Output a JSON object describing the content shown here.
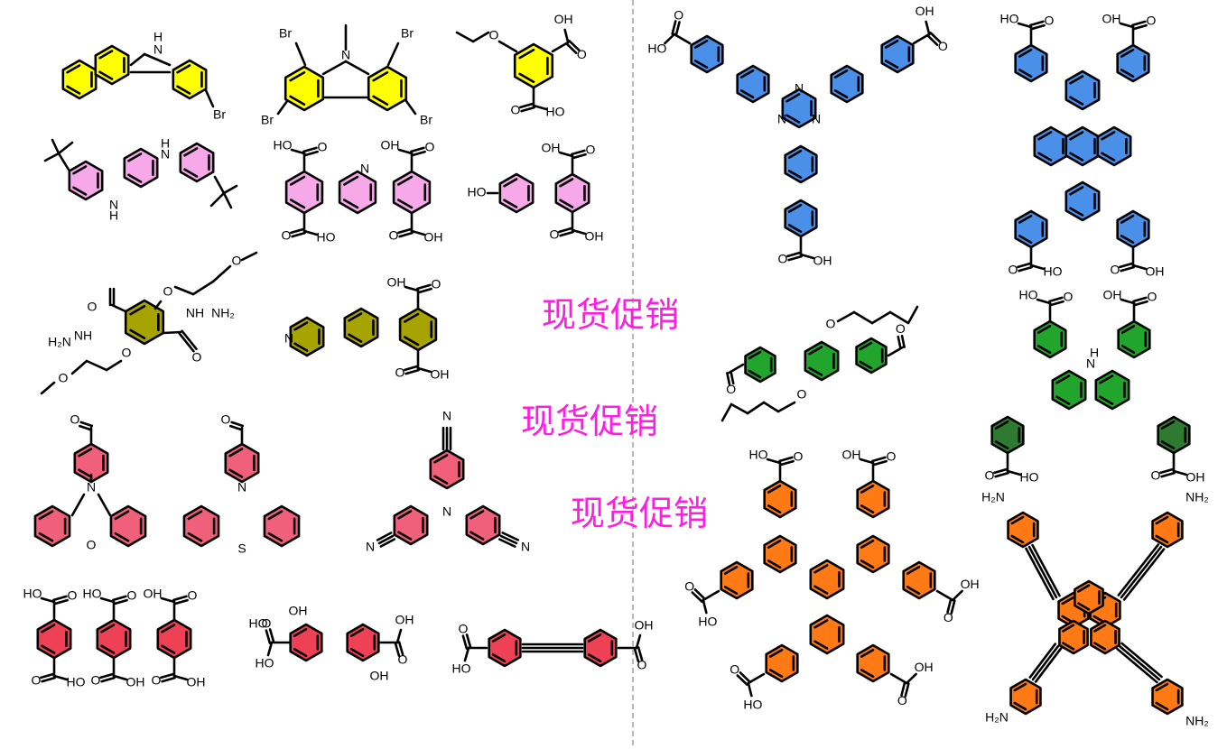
{
  "promo_text": [
    "现货促销",
    "现货促销",
    "现货促销"
  ],
  "colors": {
    "yellow": "#ffff00",
    "pink": "#f6a8e8",
    "olive": "#a7a300",
    "rose": "#f0607a",
    "red": "#ee4155",
    "blue": "#4a90e8",
    "green": "#22a52c",
    "darkgreen": "#2d7a30",
    "orange": "#ff7a14",
    "promo": "#ff1ee0",
    "divider": "#b8b8b8"
  },
  "atom_labels": {
    "br": "Br",
    "h": "H",
    "n": "N",
    "o": "O",
    "s": "S",
    "oh": "OH",
    "ho": "HO",
    "nh": "NH",
    "nh2": "NH₂",
    "h2n": "H₂N",
    "h2n_hyd": "H₂N–NH"
  },
  "molecules": [
    {
      "id": "benzocarbazole-br",
      "color": "yellow"
    },
    {
      "id": "tetrabromo-methylcarbazole",
      "color": "yellow"
    },
    {
      "id": "ethoxy-isophthalic-acid",
      "color": "yellow"
    },
    {
      "id": "di-tbu-indolocarbazole",
      "color": "pink"
    },
    {
      "id": "pyridine-tetracarboxylic-acid",
      "color": "pink"
    },
    {
      "id": "hydroxybiphenyl-dicarboxylic-acid",
      "color": "pink"
    },
    {
      "id": "methoxyethoxy-terephthalohydrazide",
      "color": "olive"
    },
    {
      "id": "pyridyl-terphenyl-dicarboxylic-acid",
      "color": "olive"
    },
    {
      "id": "formylphenyl-phenoxazine",
      "color": "rose"
    },
    {
      "id": "formylphenyl-phenothiazine",
      "color": "rose"
    },
    {
      "id": "tris-cyanophenyl-amine",
      "color": "rose"
    },
    {
      "id": "terphenyl-hexacarboxylic-acid",
      "color": "red"
    },
    {
      "id": "dihydroxybiphenyl-dicarboxylic-acid",
      "color": "red"
    },
    {
      "id": "tolane-dicarboxylic-acid",
      "color": "red"
    },
    {
      "id": "triazine-tribenzoic-acid",
      "color": "blue"
    },
    {
      "id": "anthracene-tetrabenzoic-acid",
      "color": "blue"
    },
    {
      "id": "dihexyloxy-terphenyl-dialdehyde",
      "color": "green"
    },
    {
      "id": "carbazole-tetrabenzoic-acid",
      "color": "green"
    },
    {
      "id": "hexaphenylbenzene-hexacarboxylic-acid",
      "color": "orange"
    },
    {
      "id": "tetra-aminophenylethynyl-pyrene",
      "color": "orange"
    }
  ]
}
